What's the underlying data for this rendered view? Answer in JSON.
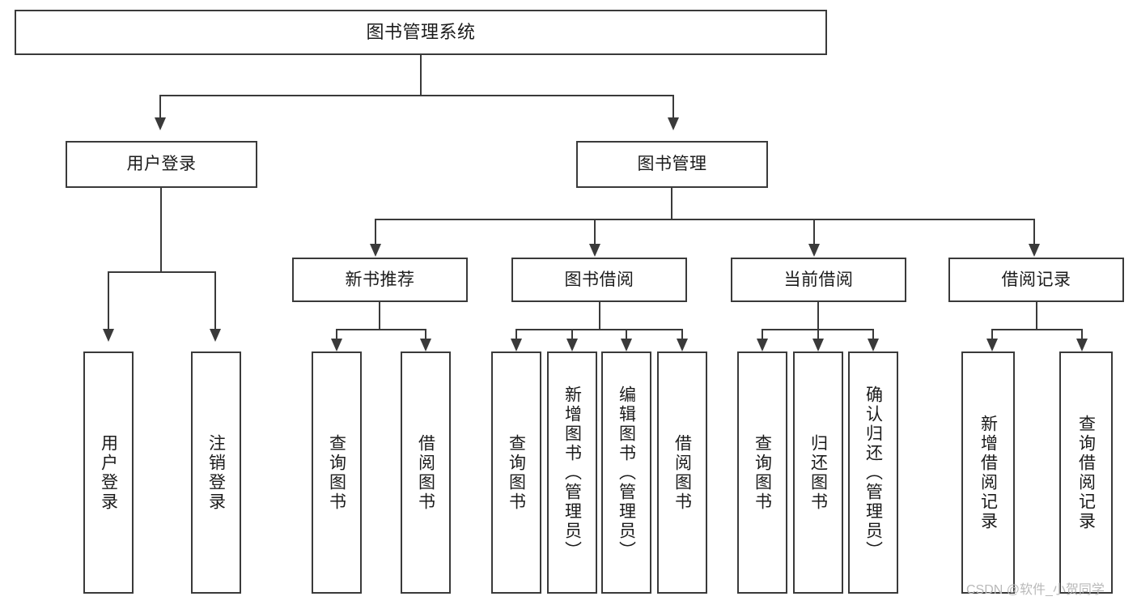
{
  "diagram": {
    "title": "图书管理系统",
    "watermark": "CSDN @软件_小贺同学",
    "line_color": "#3a3a3a",
    "box_fill": "#ffffff",
    "text_color": "#1b1b1b",
    "watermark_color": "#b9b9b9"
  },
  "root": {
    "label": "图书管理系统"
  },
  "level2": [
    {
      "label": "用户登录"
    },
    {
      "label": "图书管理"
    }
  ],
  "level3": [
    {
      "label": "新书推荐"
    },
    {
      "label": "图书借阅"
    },
    {
      "label": "当前借阅"
    },
    {
      "label": "借阅记录"
    }
  ],
  "leaves": {
    "user_login": [
      {
        "label": "用户登录"
      },
      {
        "label": "注销登录"
      }
    ],
    "new_book": [
      {
        "label": "查询图书"
      },
      {
        "label": "借阅图书"
      }
    ],
    "borrow_book": [
      {
        "label": "查询图书"
      },
      {
        "label": "新增图书（管理员）"
      },
      {
        "label": "编辑图书（管理员）"
      },
      {
        "label": "借阅图书"
      }
    ],
    "current_borrow": [
      {
        "label": "查询图书"
      },
      {
        "label": "归还图书"
      },
      {
        "label": "确认归还（管理员）"
      }
    ],
    "borrow_record": [
      {
        "label": "新增借阅记录"
      },
      {
        "label": "查询借阅记录"
      }
    ]
  }
}
